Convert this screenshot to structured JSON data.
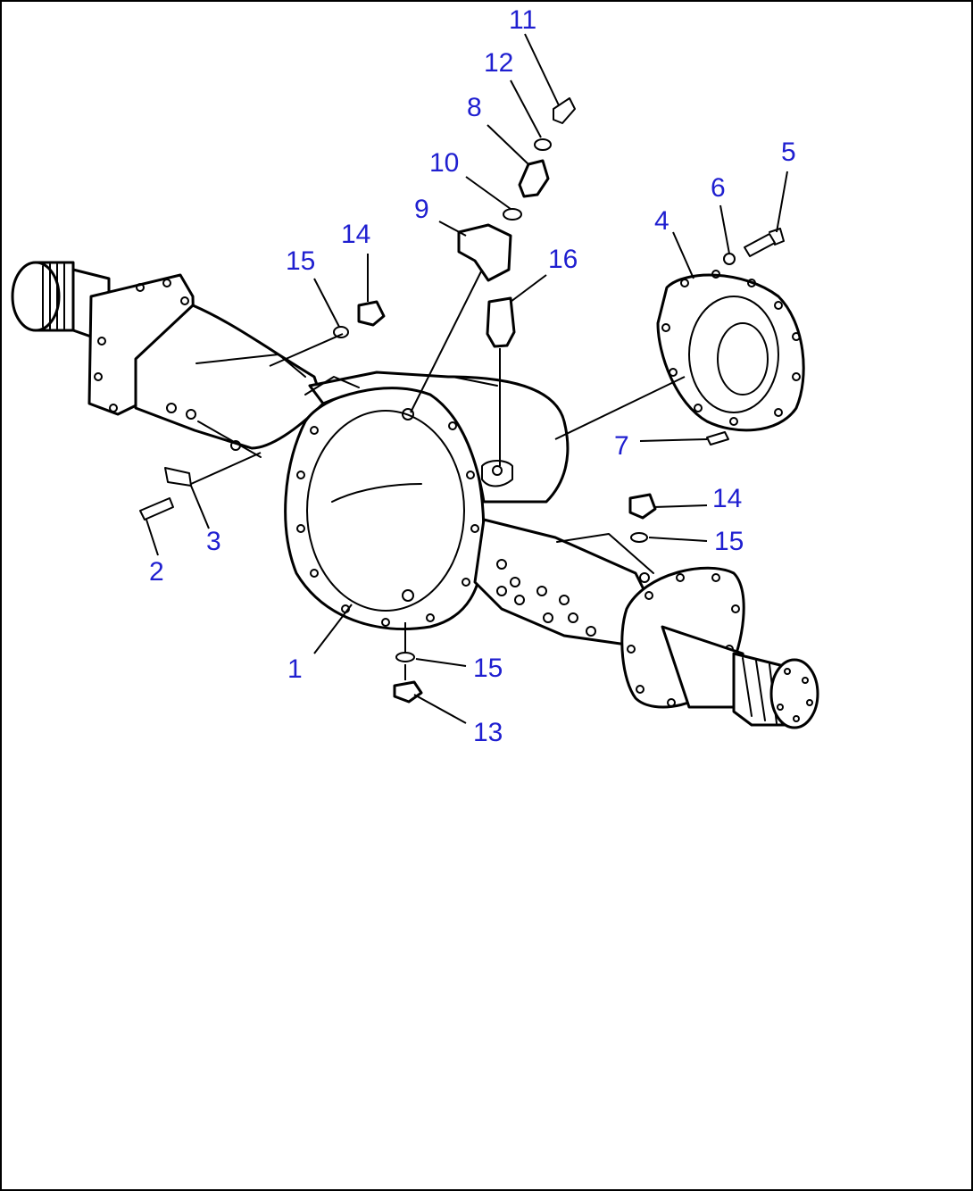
{
  "diagram": {
    "callouts": {
      "c1": "1",
      "c2": "2",
      "c3": "3",
      "c4": "4",
      "c5": "5",
      "c6": "6",
      "c7": "7",
      "c8": "8",
      "c9": "9",
      "c10": "10",
      "c11": "11",
      "c12": "12",
      "c13": "13",
      "c14a": "14",
      "c14b": "14",
      "c15a": "15",
      "c15b": "15",
      "c15c": "15",
      "c16": "16"
    },
    "colors": {
      "callout": "#1f1fd0",
      "line": "#000000",
      "background": "#ffffff"
    }
  }
}
